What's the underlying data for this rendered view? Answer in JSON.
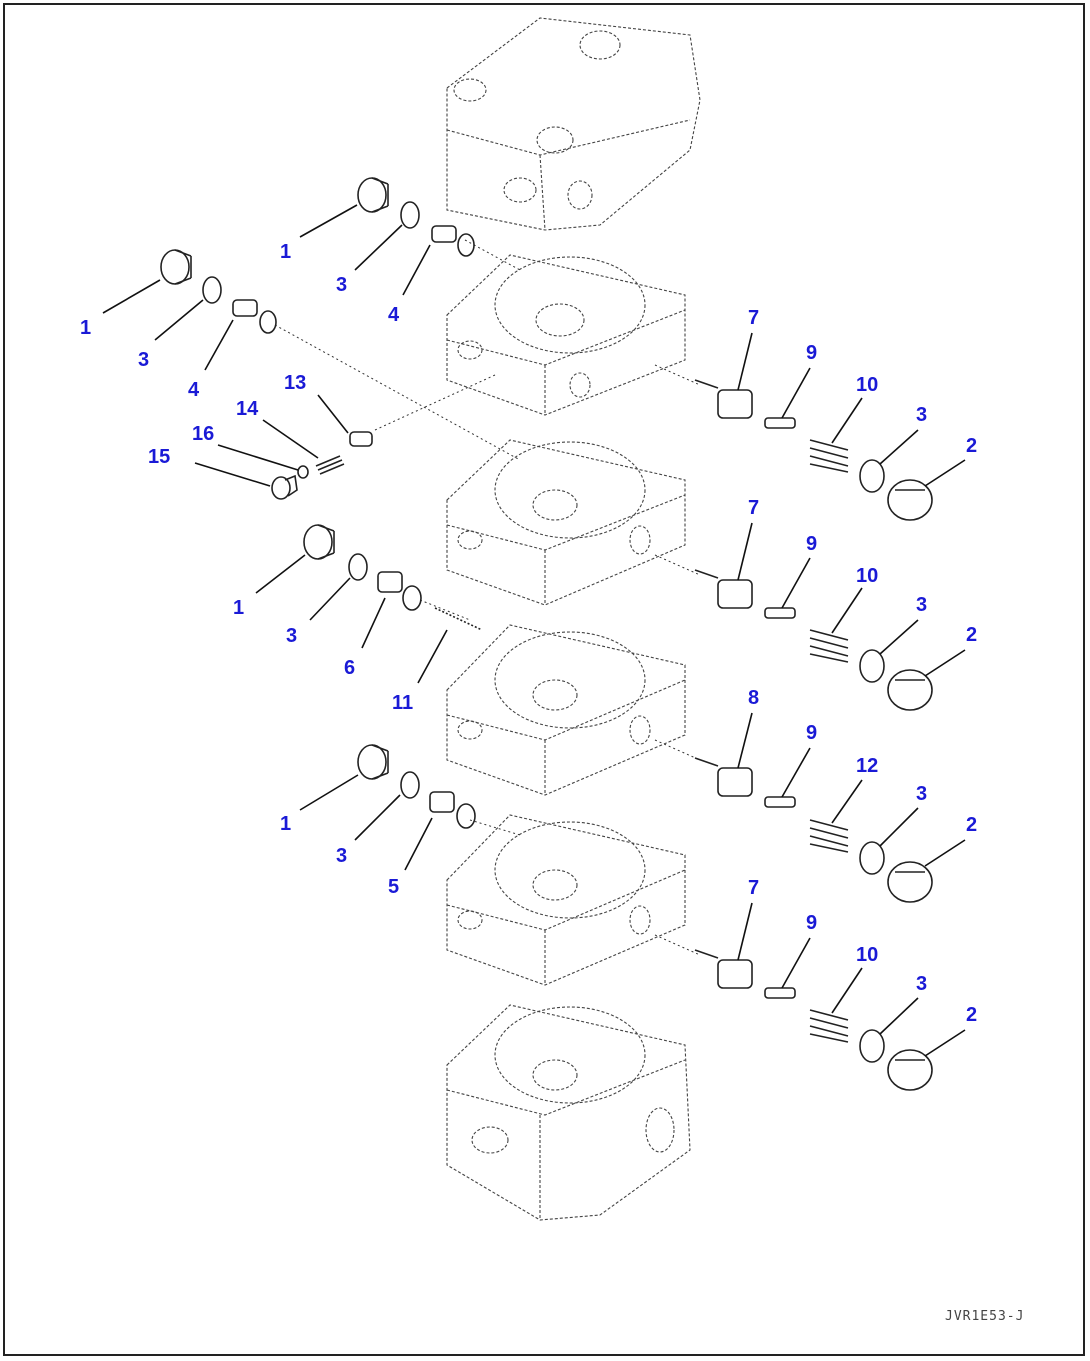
{
  "drawing_code": "JVR1E53-J",
  "labels": {
    "l1a": "1",
    "l3a": "3",
    "l4a": "4",
    "l1b": "1",
    "l3b": "3",
    "l4b": "4",
    "l13": "13",
    "l14": "14",
    "l16": "16",
    "l15": "15",
    "l7a": "7",
    "l9a": "9",
    "l10a": "10",
    "l3c": "3",
    "l2a": "2",
    "l1c": "1",
    "l3d": "3",
    "l6": "6",
    "l11": "11",
    "l7b": "7",
    "l9b": "9",
    "l10b": "10",
    "l3e": "3",
    "l2b": "2",
    "l8": "8",
    "l9c": "9",
    "l12": "12",
    "l3f": "3",
    "l2c": "2",
    "l1d": "1",
    "l3g": "3",
    "l5": "5",
    "l7c": "7",
    "l9d": "9",
    "l10c": "10",
    "l3h": "3",
    "l2d": "2"
  },
  "colors": {
    "label": "#1a1ad6",
    "line": "#222222"
  }
}
